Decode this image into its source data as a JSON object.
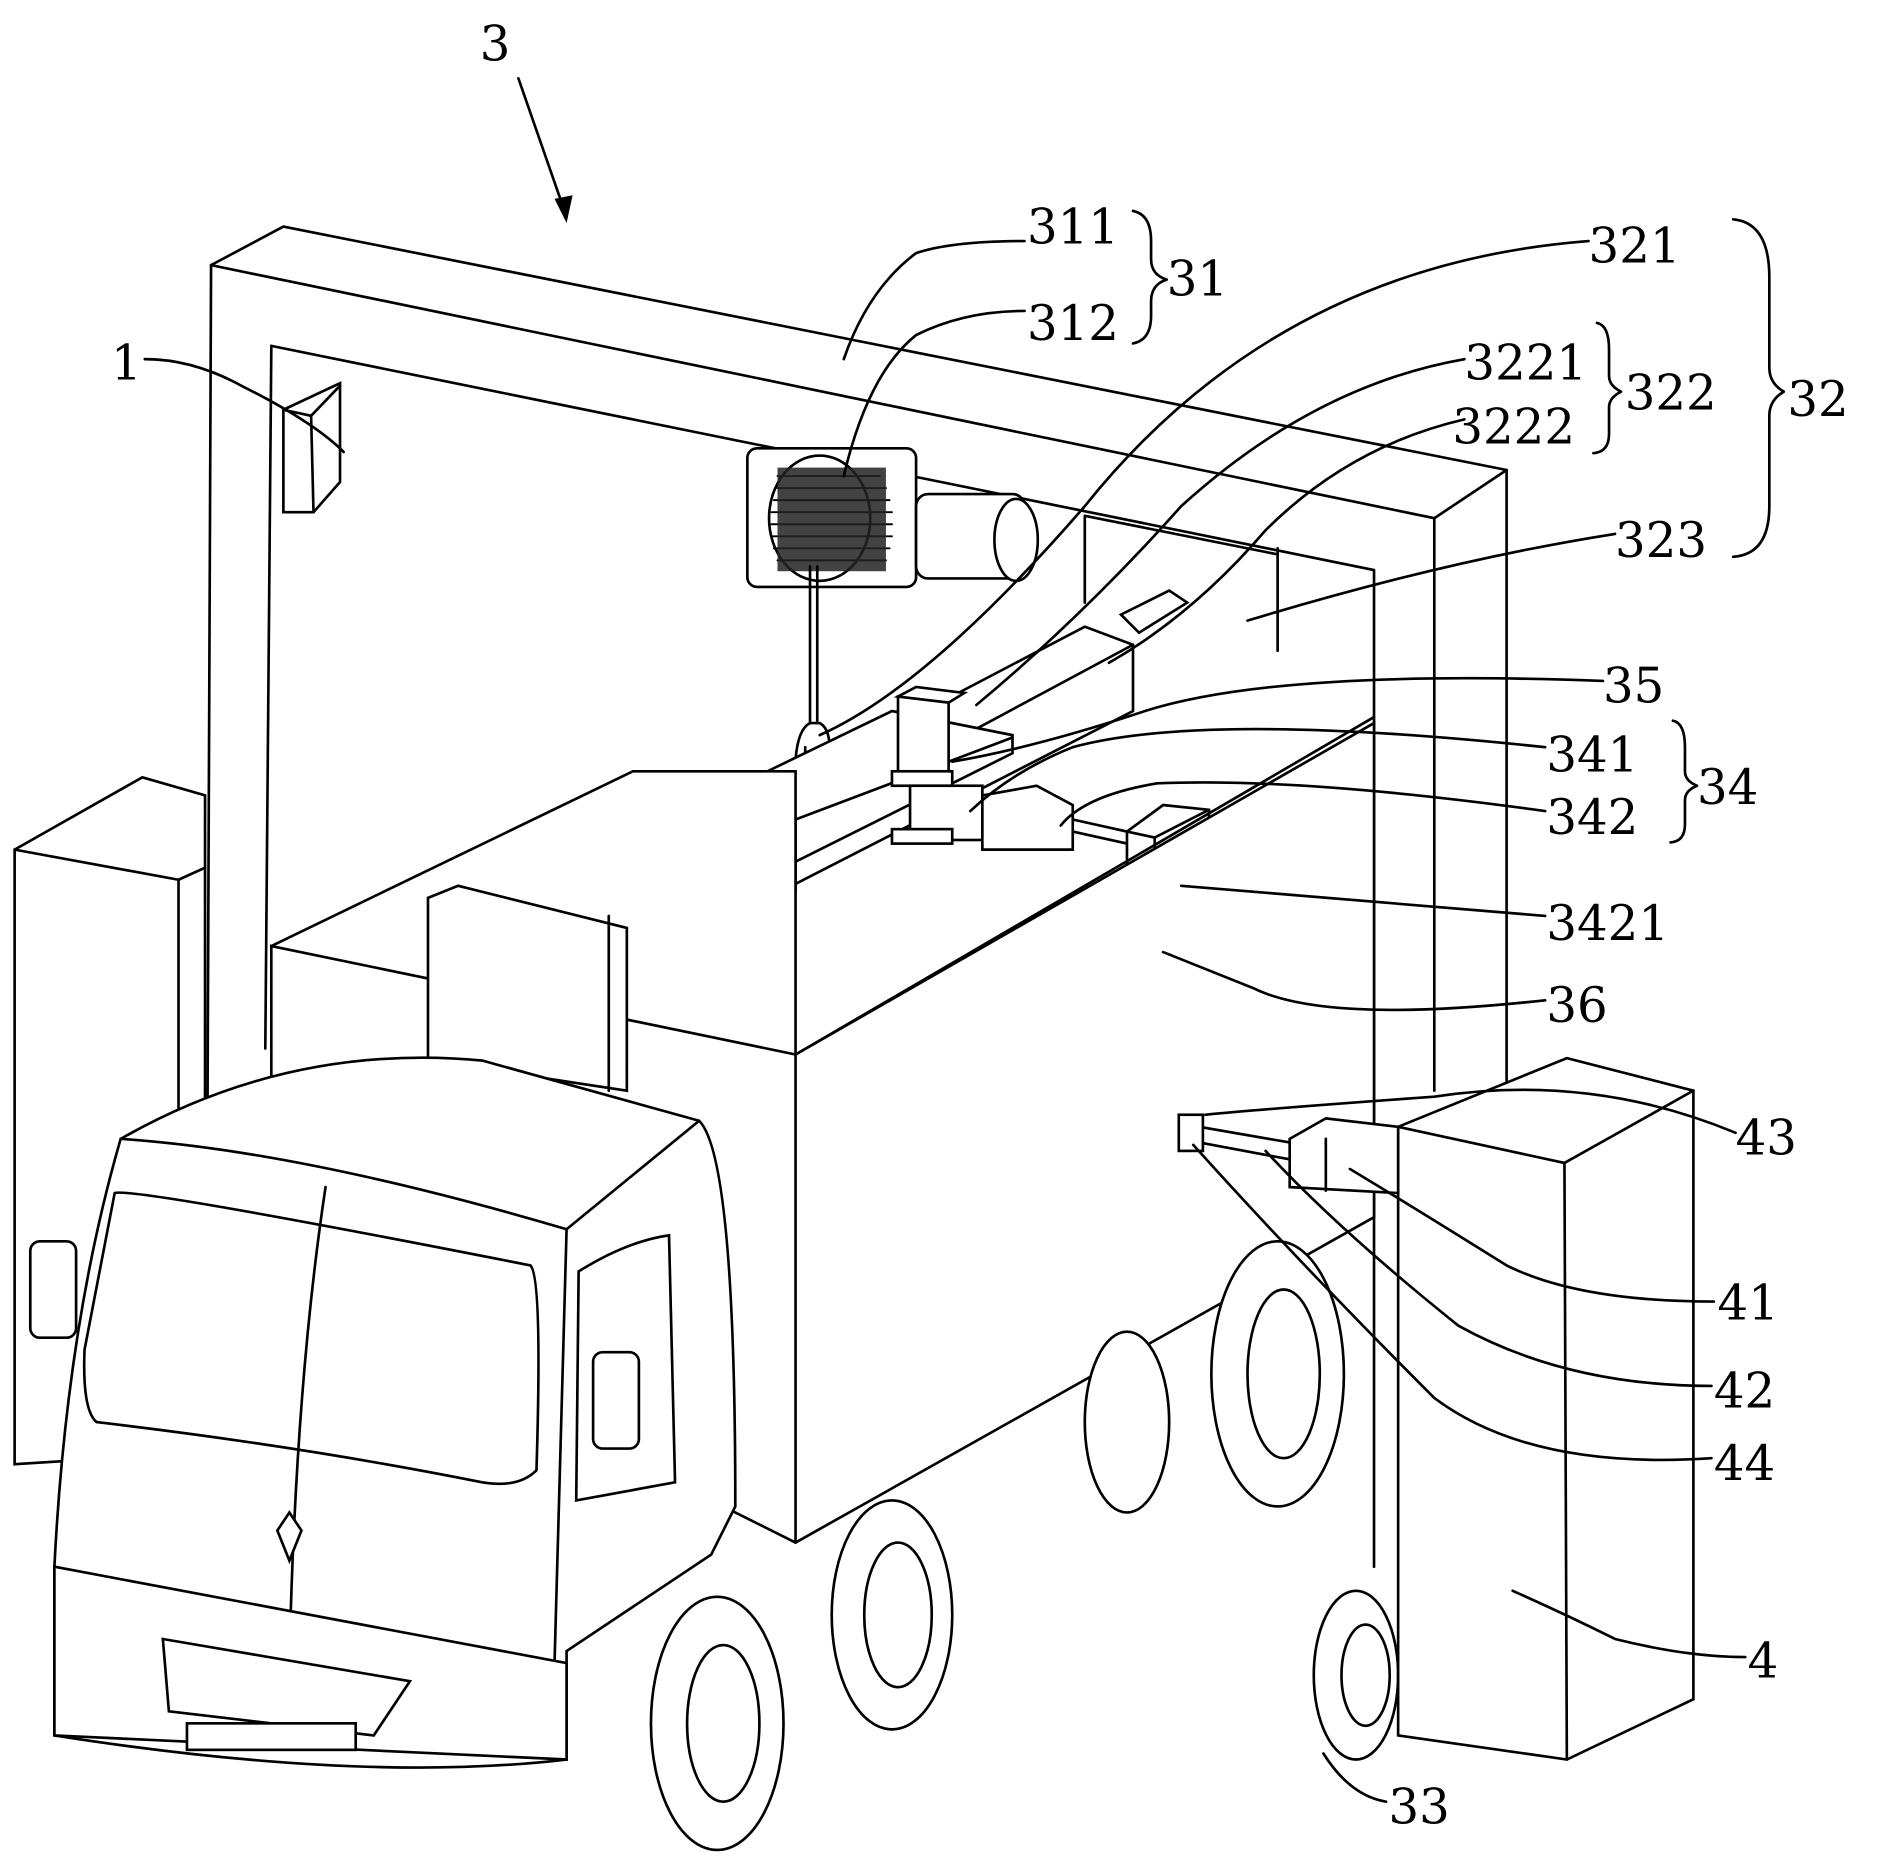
{
  "figure": {
    "description": "Perspective line drawing of a truck passing through a gantry-frame inspection apparatus",
    "stroke_color": "#000000",
    "background_color": "#ffffff"
  },
  "labels": {
    "l3": "3",
    "l1": "1",
    "l311": "311",
    "l312": "312",
    "l31": "31",
    "l321": "321",
    "l3221": "3221",
    "l3222": "3222",
    "l322": "322",
    "l32": "32",
    "l323": "323",
    "l35": "35",
    "l341": "341",
    "l342": "342",
    "l34": "34",
    "l3421": "3421",
    "l36": "36",
    "l43": "43",
    "l41": "41",
    "l42": "42",
    "l44": "44",
    "l4": "4",
    "l33": "33"
  }
}
